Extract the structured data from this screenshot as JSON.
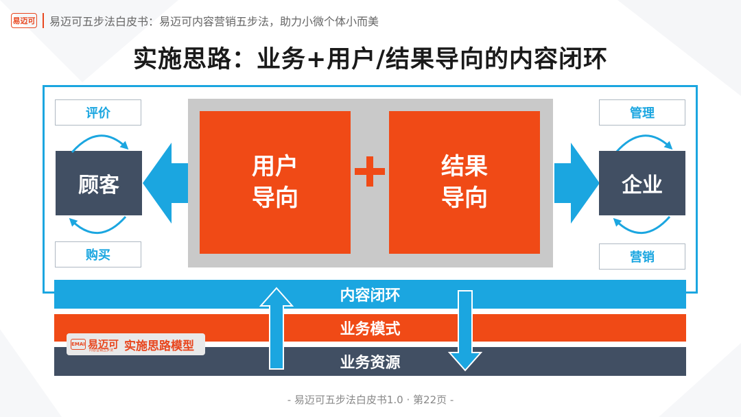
{
  "header": {
    "logo": "易迈可",
    "subtitle": "易迈可五步法白皮书：易迈可内容营销五步法，助力小微个体小而美"
  },
  "title": "实施思路：业务+用户/结果导向的内容闭环",
  "left": {
    "top_label": "评价",
    "box": "顾客",
    "bottom_label": "购买"
  },
  "center": {
    "user_line1": "用户",
    "user_line2": "导向",
    "result_line1": "结果",
    "result_line2": "导向"
  },
  "right": {
    "top_label": "管理",
    "box": "企业",
    "bottom_label": "营销"
  },
  "bands": {
    "blue": "内容闭环",
    "orange": "业务模式",
    "dark": "业务资源"
  },
  "brand": {
    "logo_name": "易迈可",
    "logo_mark": "EMAI",
    "logo_sub": "内容营销五步法",
    "caption": "实施思路模型"
  },
  "footer": "- 易迈可五步法白皮书1.0 · 第22页 -",
  "colors": {
    "accent_blue": "#1ba6e0",
    "accent_orange": "#f04a16",
    "dark_slate": "#414f63"
  }
}
